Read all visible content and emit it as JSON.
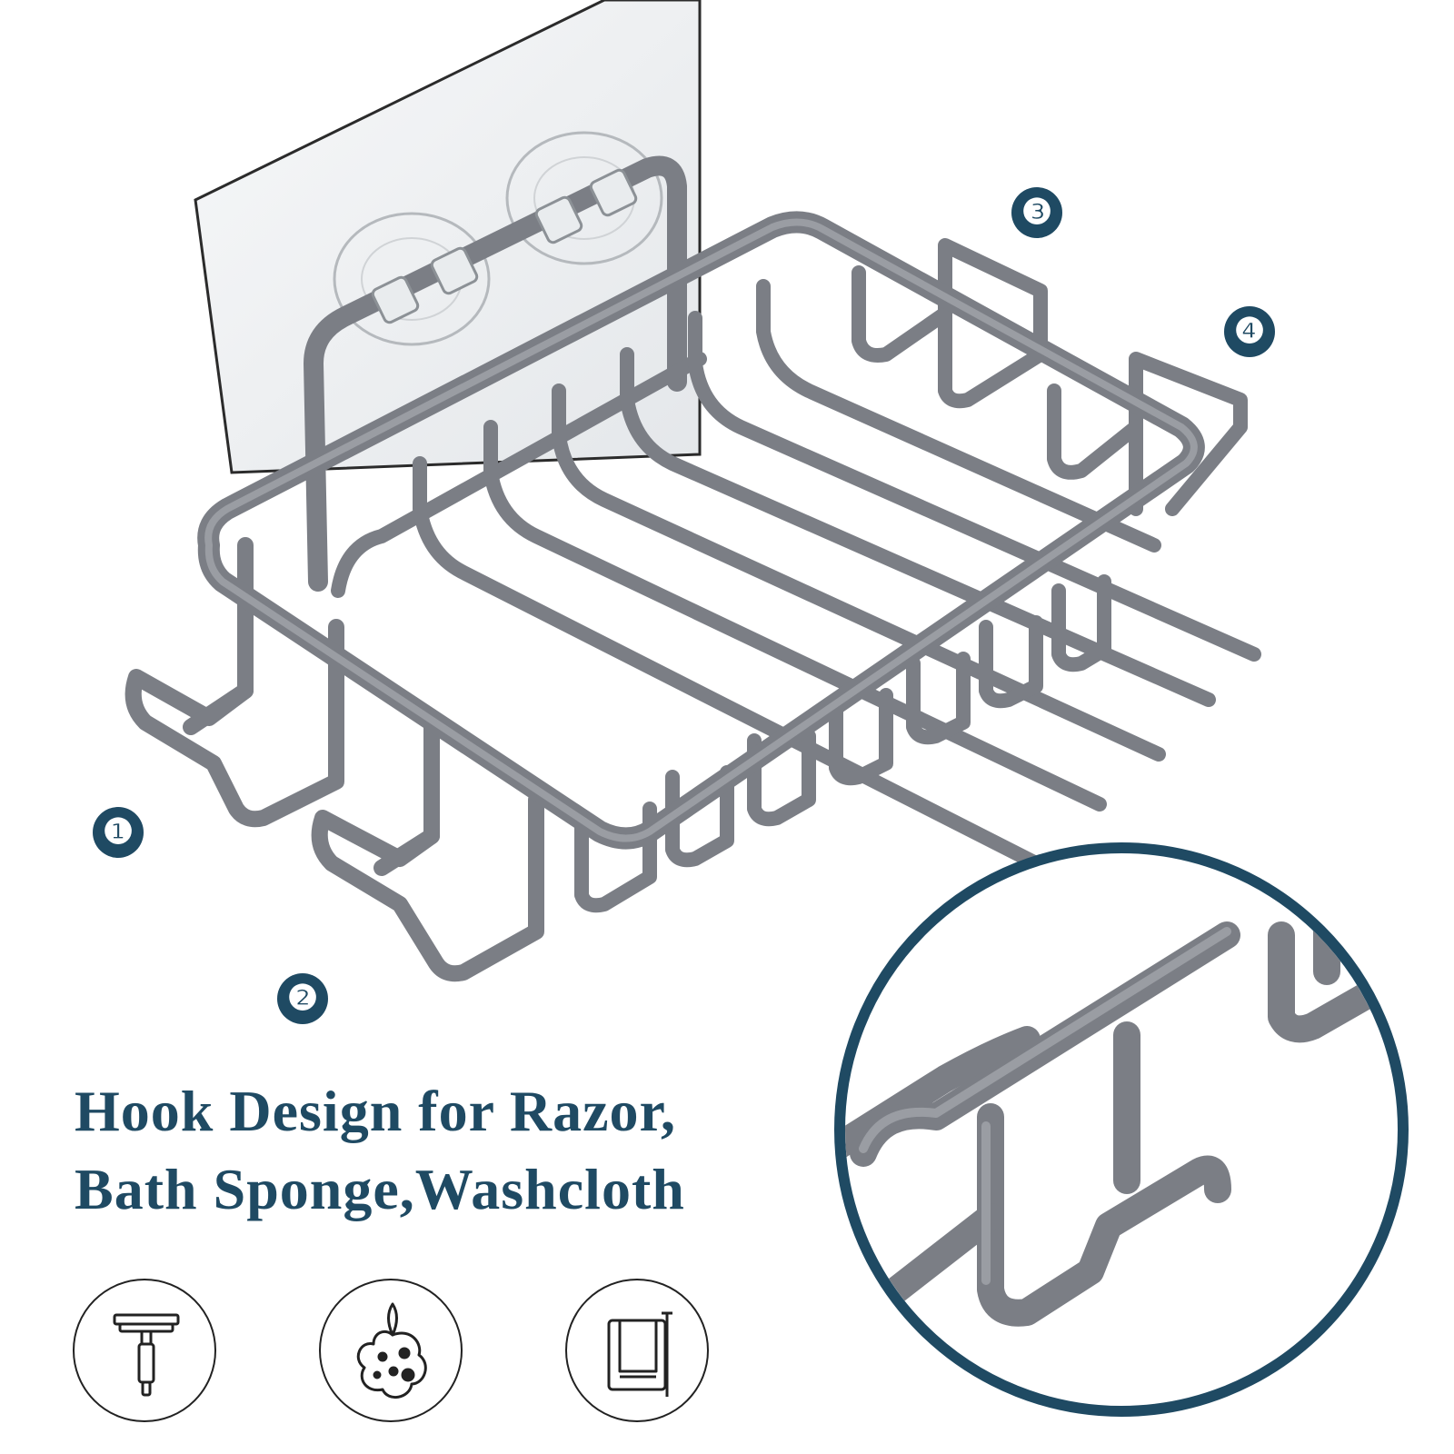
{
  "badges": [
    "❶",
    "❷",
    "❸",
    "❹"
  ],
  "headline": {
    "line1": "Hook Design for Razor,",
    "line2": "Bath Sponge,Washcloth"
  },
  "icons": [
    "razor-icon",
    "bath-sponge-icon",
    "washcloth-icon"
  ],
  "colors": {
    "accent": "#1f4a63",
    "metal": "#7b7e85",
    "metal_dark": "#5c5f66",
    "adhesive": "#dfe3e6"
  }
}
